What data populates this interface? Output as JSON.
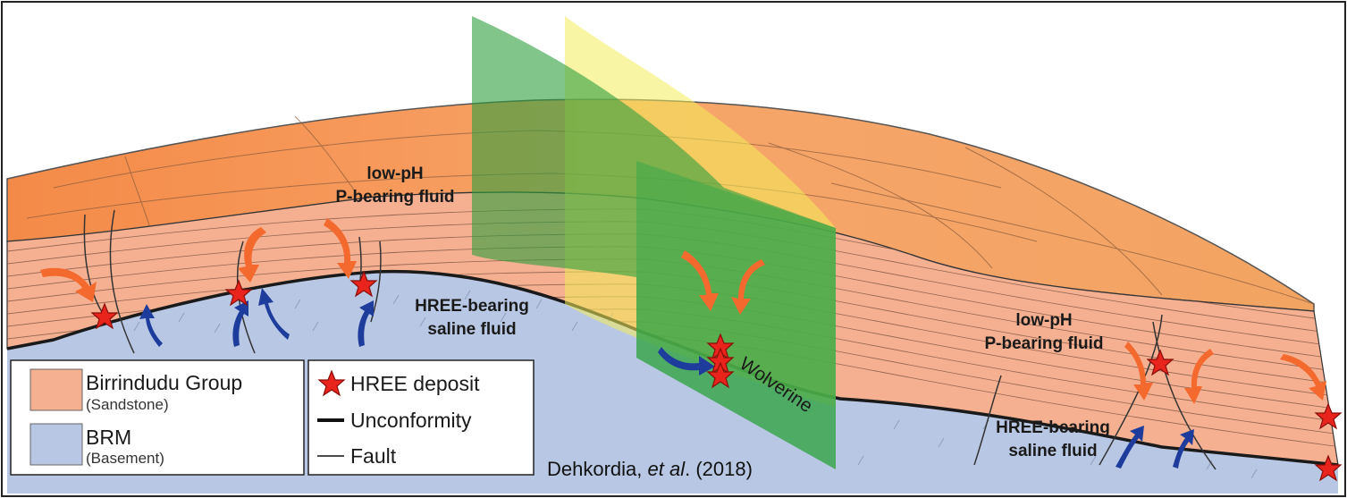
{
  "labels": {
    "fluid_top": [
      "low-pH",
      "P-bearing fluid"
    ],
    "fluid_mid": [
      "HREE-bearing",
      "saline fluid"
    ],
    "fluid_right_top": [
      "low-pH",
      "P-bearing fluid"
    ],
    "fluid_right_bottom": [
      "HREE-bearing",
      "saline fluid"
    ],
    "deposit_name": "Wolverine"
  },
  "legend": {
    "units": [
      {
        "name": "Birrindudu Group",
        "sub": "(Sandstone)",
        "color": "#f4b090"
      },
      {
        "name": "BRM",
        "sub": "(Basement)",
        "color": "#b8c8e4"
      }
    ],
    "symbols": [
      {
        "name": "HREE deposit",
        "icon": "red-star-icon"
      },
      {
        "name": "Unconformity",
        "icon": "thick-line-icon"
      },
      {
        "name": "Fault",
        "icon": "thin-line-icon"
      }
    ]
  },
  "citation": {
    "authors": "Dehkordia, ",
    "etal": "et al",
    "year": ". (2018)"
  },
  "colors": {
    "sandstone_top": "#f6944e",
    "sandstone_face": "#f4b090",
    "basement": "#b8c8e4",
    "green_plane": "#2e9e3e",
    "yellow_plane": "#f2ec5a",
    "star": "#e8241c",
    "orange_arrow": "#f46a2e",
    "blue_arrow": "#1e3c9c"
  }
}
